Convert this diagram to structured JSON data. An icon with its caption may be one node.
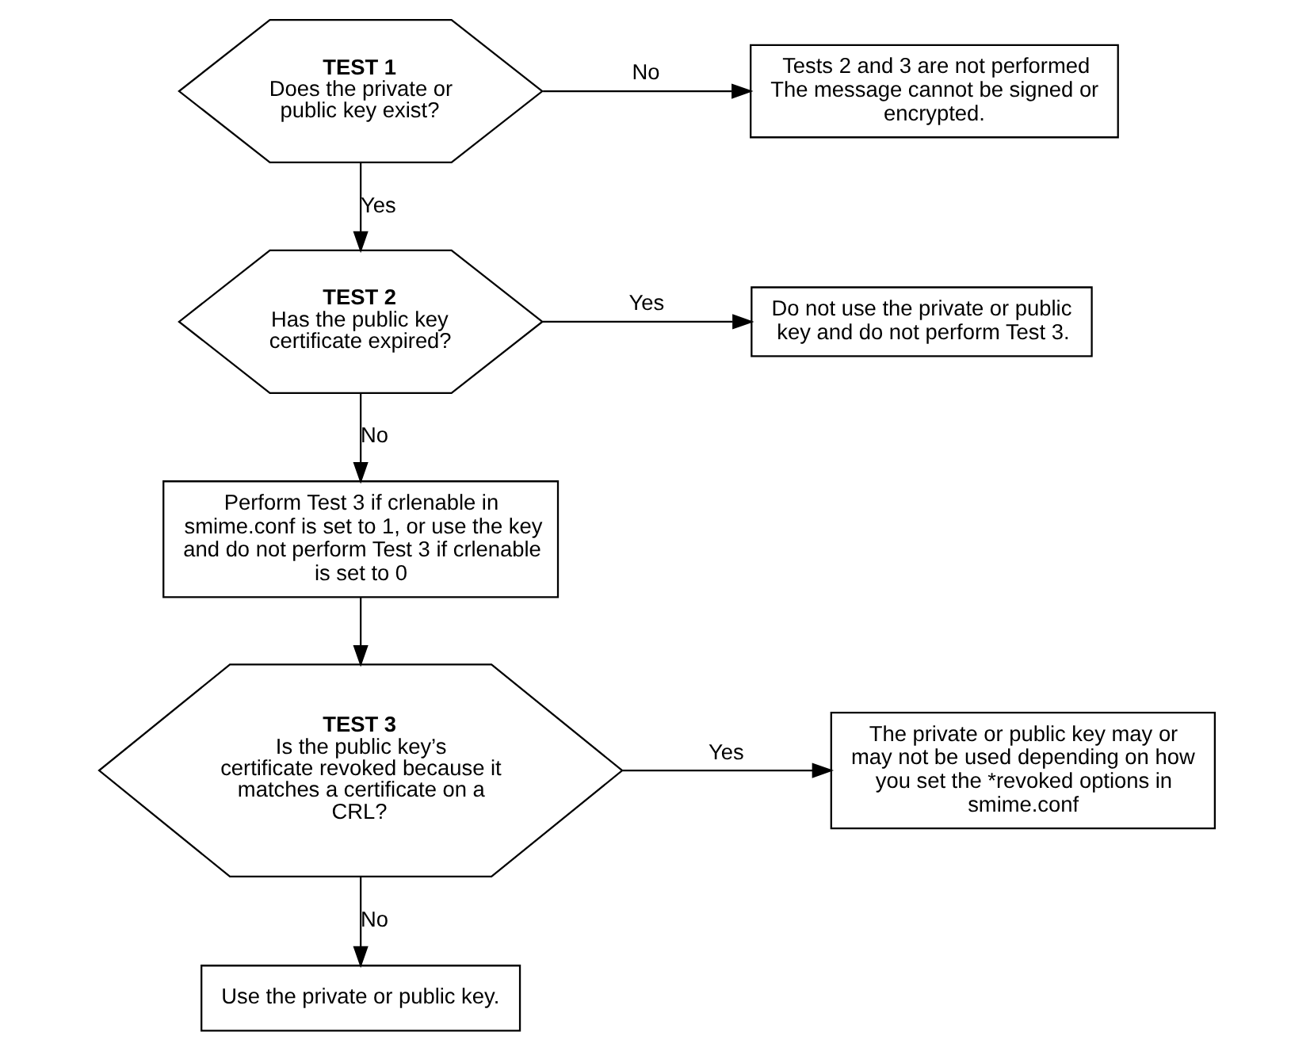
{
  "diagram": {
    "nodes": [
      {
        "text": [
          "TEST 1",
          "Does the private or public key exist?"
        ]
      },
      {
        "text": [
          "Tests 2 and 3 are not performed",
          "The message cannot be signed or encrypted."
        ]
      },
      {
        "text": [
          "TEST 2",
          "Has the public key certificate expired?"
        ]
      },
      {
        "text": [
          "Do not use the private or public key and do not perform Test 3."
        ]
      },
      {
        "text": [
          "Perform Test 3 if crlenable in smime.conf is set to 1, or use the key and do not perform Test 3 if crlenable is set to 0"
        ]
      },
      {
        "text": [
          "TEST 3",
          "Is the public key’s certificate revoked because it matches a certificate on a CRL?"
        ]
      },
      {
        "text": [
          "The private or public key may or may not be used depending on how you set the *revoked options in smime.conf"
        ]
      },
      {
        "text": [
          "Use the private or public key."
        ]
      }
    ],
    "edges": [
      {
        "from": 0,
        "to": 1,
        "arrow": "to",
        "label": "No"
      },
      {
        "from": 0,
        "to": 2,
        "arrow": "to",
        "label": "Yes"
      },
      {
        "from": 2,
        "to": 3,
        "arrow": "to",
        "label": "Yes"
      },
      {
        "from": 2,
        "to": 4,
        "arrow": "to",
        "label": "No"
      },
      {
        "from": 4,
        "to": 5,
        "arrow": "to"
      },
      {
        "from": 5,
        "to": 6,
        "arrow": "to",
        "label": "Yes"
      },
      {
        "from": 5,
        "to": 7,
        "arrow": "to",
        "label": "No"
      }
    ]
  }
}
